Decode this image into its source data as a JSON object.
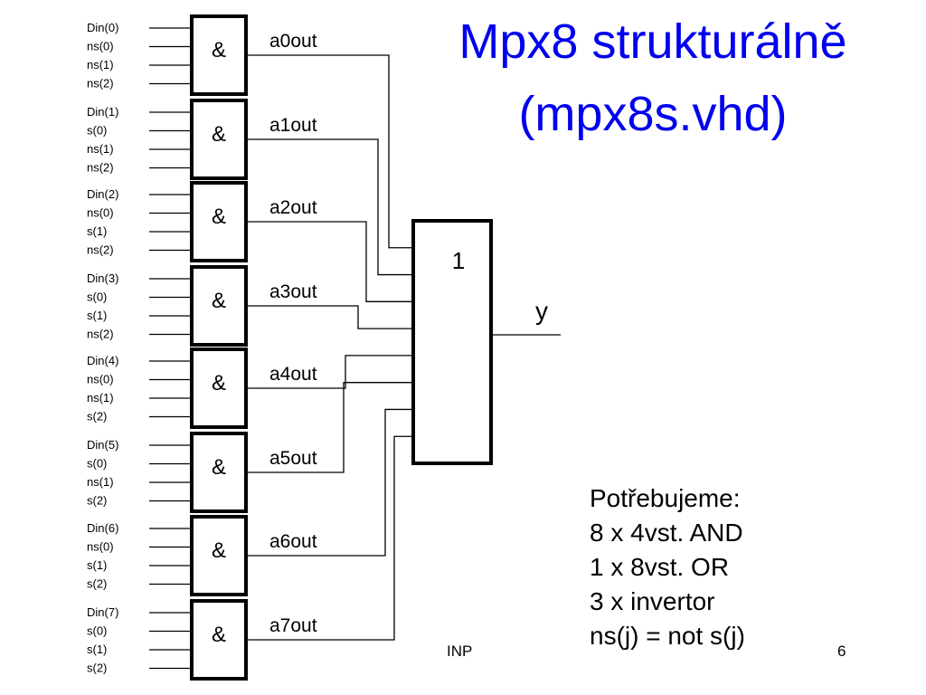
{
  "title": {
    "line1": "Mpx8 strukturálně",
    "line2": "(mpx8s.vhd)"
  },
  "and_gates": [
    {
      "symbol": "&",
      "output": "a0out",
      "inputs": [
        "Din(0)",
        "ns(0)",
        "ns(1)",
        "ns(2)"
      ]
    },
    {
      "symbol": "&",
      "output": "a1out",
      "inputs": [
        "Din(1)",
        "s(0)",
        "ns(1)",
        "ns(2)"
      ]
    },
    {
      "symbol": "&",
      "output": "a2out",
      "inputs": [
        "Din(2)",
        "ns(0)",
        "s(1)",
        "ns(2)"
      ]
    },
    {
      "symbol": "&",
      "output": "a3out",
      "inputs": [
        "Din(3)",
        "s(0)",
        "s(1)",
        "ns(2)"
      ]
    },
    {
      "symbol": "&",
      "output": "a4out",
      "inputs": [
        "Din(4)",
        "ns(0)",
        "ns(1)",
        "s(2)"
      ]
    },
    {
      "symbol": "&",
      "output": "a5out",
      "inputs": [
        "Din(5)",
        "s(0)",
        "ns(1)",
        "s(2)"
      ]
    },
    {
      "symbol": "&",
      "output": "a6out",
      "inputs": [
        "Din(6)",
        "ns(0)",
        "s(1)",
        "s(2)"
      ]
    },
    {
      "symbol": "&",
      "output": "a7out",
      "inputs": [
        "Din(7)",
        "s(0)",
        "s(1)",
        "s(2)"
      ]
    }
  ],
  "or_gate": {
    "symbol": "1",
    "output": "y"
  },
  "notes": [
    "Potřebujeme:",
    "8 x 4vst. AND",
    "1 x 8vst. OR",
    "3 x invertor",
    "ns(j) = not s(j)"
  ],
  "footer": {
    "left": "INP",
    "page": "6"
  }
}
